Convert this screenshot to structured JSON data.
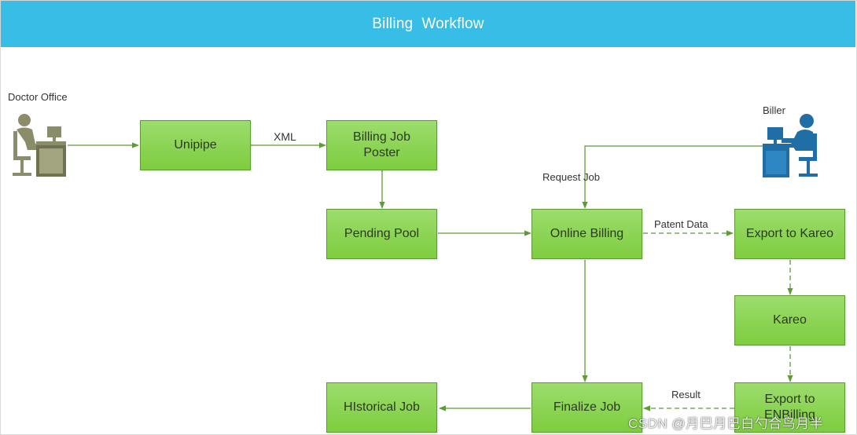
{
  "header": {
    "title": "Billing  Workflow"
  },
  "actors": {
    "doctor_office": "Doctor Office",
    "biller": "Biller"
  },
  "nodes": {
    "unipipe": "Unipipe",
    "billing_job_poster": "Billing Job Poster",
    "pending_pool": "Pending Pool",
    "online_billing": "Online Billing",
    "export_to_kareo": "Export to Kareo",
    "kareo": "Kareo",
    "export_to_enbilling": "Export to ENBilling",
    "finalize_job": "Finalize Job",
    "historical_job": "HIstorical Job"
  },
  "edge_labels": {
    "xml": "XML",
    "request_job": "Request Job",
    "patent_data": "Patent Data",
    "result": "Result"
  },
  "watermark": "CSDN @月巴月巴白勺合鸟月半",
  "colors": {
    "header": "#37bde6",
    "node_fill": "#86d24b",
    "node_border": "#5f9a34",
    "connector": "#5e9b36",
    "doctor_icon": "#8a8c6a",
    "biller_icon": "#1f6fa6"
  }
}
